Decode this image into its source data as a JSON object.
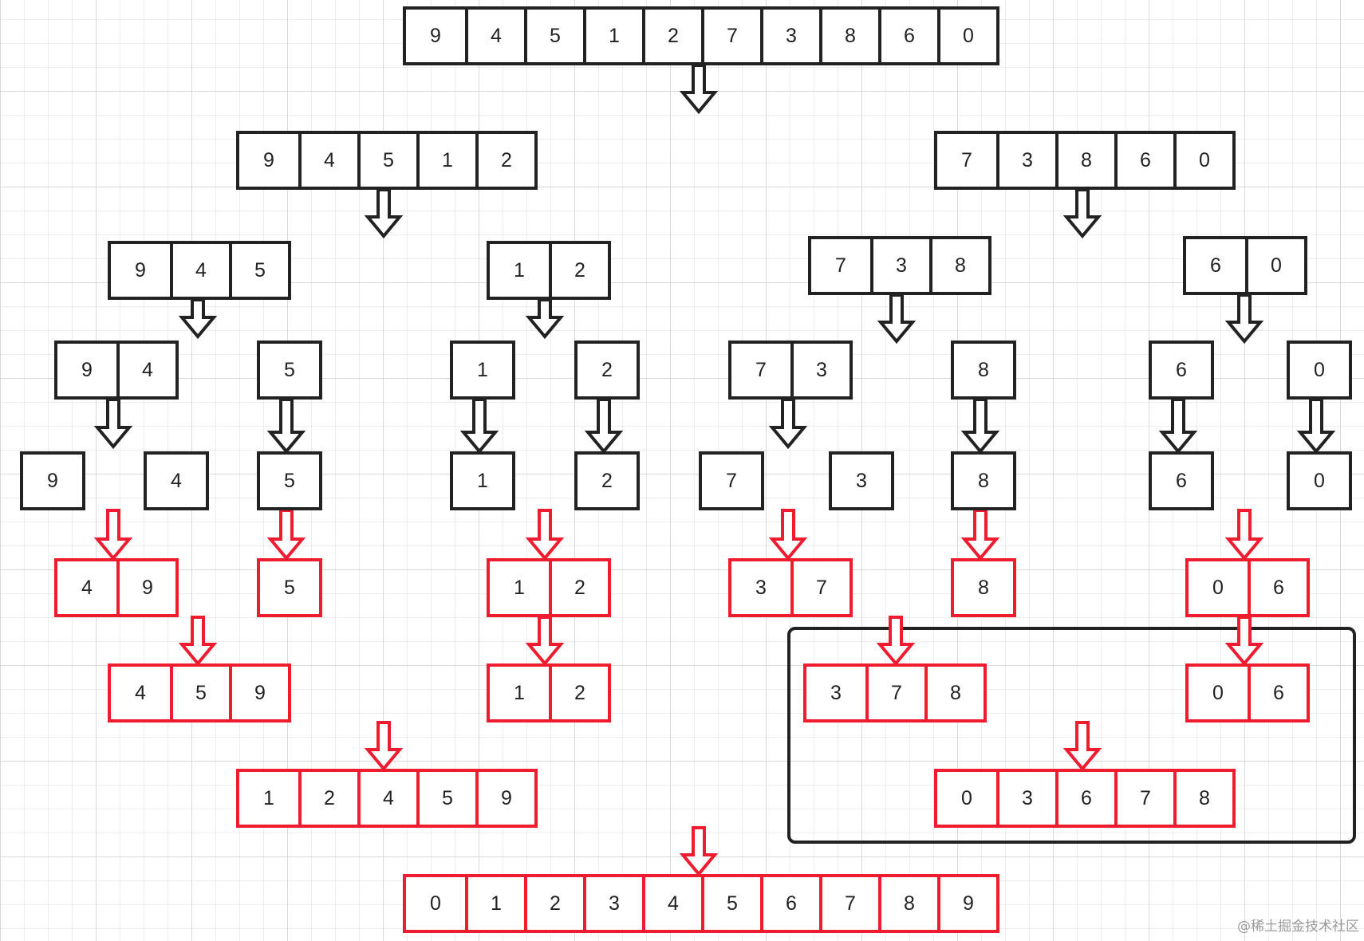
{
  "diagram": {
    "title": "Merge sort of [9,4,5,1,2,7,3,8,6,0]",
    "colors": {
      "split": "#222222",
      "merge": "#ee1c2e",
      "grid": "#dddddd"
    },
    "split_phase": [
      {
        "id": "s0",
        "level": 0,
        "values": [
          "9",
          "4",
          "5",
          "1",
          "2",
          "7",
          "3",
          "8",
          "6",
          "0"
        ]
      },
      {
        "id": "s1a",
        "level": 1,
        "values": [
          "9",
          "4",
          "5",
          "1",
          "2"
        ]
      },
      {
        "id": "s1b",
        "level": 1,
        "values": [
          "7",
          "3",
          "8",
          "6",
          "0"
        ]
      },
      {
        "id": "s2a",
        "level": 2,
        "values": [
          "9",
          "4",
          "5"
        ]
      },
      {
        "id": "s2b",
        "level": 2,
        "values": [
          "1",
          "2"
        ]
      },
      {
        "id": "s2c",
        "level": 2,
        "values": [
          "7",
          "3",
          "8"
        ]
      },
      {
        "id": "s2d",
        "level": 2,
        "values": [
          "6",
          "0"
        ]
      },
      {
        "id": "s3a",
        "level": 3,
        "values": [
          "9",
          "4"
        ]
      },
      {
        "id": "s3b",
        "level": 3,
        "values": [
          "5"
        ]
      },
      {
        "id": "s3c",
        "level": 3,
        "values": [
          "1"
        ]
      },
      {
        "id": "s3d",
        "level": 3,
        "values": [
          "2"
        ]
      },
      {
        "id": "s3e",
        "level": 3,
        "values": [
          "7",
          "3"
        ]
      },
      {
        "id": "s3f",
        "level": 3,
        "values": [
          "8"
        ]
      },
      {
        "id": "s3g",
        "level": 3,
        "values": [
          "6"
        ]
      },
      {
        "id": "s3h",
        "level": 3,
        "values": [
          "0"
        ]
      },
      {
        "id": "s4a",
        "level": 4,
        "values": [
          "9"
        ]
      },
      {
        "id": "s4b",
        "level": 4,
        "values": [
          "4"
        ]
      },
      {
        "id": "s4c",
        "level": 4,
        "values": [
          "5"
        ]
      },
      {
        "id": "s4d",
        "level": 4,
        "values": [
          "1"
        ]
      },
      {
        "id": "s4e",
        "level": 4,
        "values": [
          "2"
        ]
      },
      {
        "id": "s4f",
        "level": 4,
        "values": [
          "7"
        ]
      },
      {
        "id": "s4g",
        "level": 4,
        "values": [
          "3"
        ]
      },
      {
        "id": "s4h",
        "level": 4,
        "values": [
          "8"
        ]
      },
      {
        "id": "s4i",
        "level": 4,
        "values": [
          "6"
        ]
      },
      {
        "id": "s4j",
        "level": 4,
        "values": [
          "0"
        ]
      }
    ],
    "merge_phase": [
      {
        "id": "m1a",
        "level": 1,
        "values": [
          "4",
          "9"
        ]
      },
      {
        "id": "m1b",
        "level": 1,
        "values": [
          "5"
        ]
      },
      {
        "id": "m1c",
        "level": 1,
        "values": [
          "1",
          "2"
        ]
      },
      {
        "id": "m1d",
        "level": 1,
        "values": [
          "3",
          "7"
        ]
      },
      {
        "id": "m1e",
        "level": 1,
        "values": [
          "8"
        ]
      },
      {
        "id": "m1f",
        "level": 1,
        "values": [
          "0",
          "6"
        ]
      },
      {
        "id": "m2a",
        "level": 2,
        "values": [
          "4",
          "5",
          "9"
        ]
      },
      {
        "id": "m2b",
        "level": 2,
        "values": [
          "1",
          "2"
        ]
      },
      {
        "id": "m2c",
        "level": 2,
        "values": [
          "3",
          "7",
          "8"
        ],
        "highlighted": true
      },
      {
        "id": "m2d",
        "level": 2,
        "values": [
          "0",
          "6"
        ],
        "highlighted": true
      },
      {
        "id": "m3a",
        "level": 3,
        "values": [
          "1",
          "2",
          "4",
          "5",
          "9"
        ]
      },
      {
        "id": "m3b",
        "level": 3,
        "values": [
          "0",
          "3",
          "6",
          "7",
          "8"
        ],
        "highlighted": true
      },
      {
        "id": "m4",
        "level": 4,
        "values": [
          "0",
          "1",
          "2",
          "3",
          "4",
          "5",
          "6",
          "7",
          "8",
          "9"
        ]
      }
    ]
  },
  "watermark": "@稀土掘金技术社区"
}
